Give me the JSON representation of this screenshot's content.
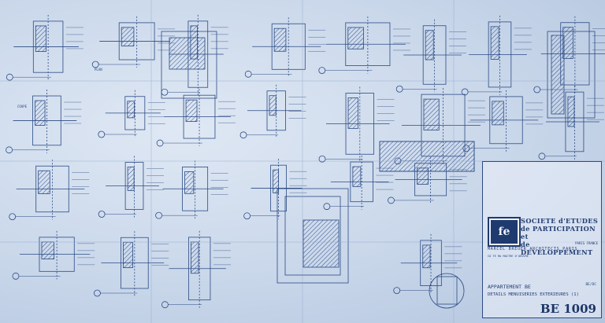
{
  "titleblock": {
    "logo_text": "fe",
    "firm_line1": "SOCIETE d'ETUDES",
    "firm_line2": "de PARTICIPATION et",
    "firm_line3": "de DEVELOPPEMENT",
    "city": "PARIS FRANCE",
    "architects": "MARCEL BREUER ARCHITECTS PARIS",
    "engineers": "CO TE Rb MAITRE D'OEUVRE",
    "project": "APPARTEMENT BE",
    "sheet_title": "DETAILS MENUISERIES EXTERIEURES (1)",
    "stamp": "BE/DC",
    "drawing_number": "BE 1009"
  },
  "views": {
    "coupe": "COUPE",
    "plan": "PLAN"
  }
}
